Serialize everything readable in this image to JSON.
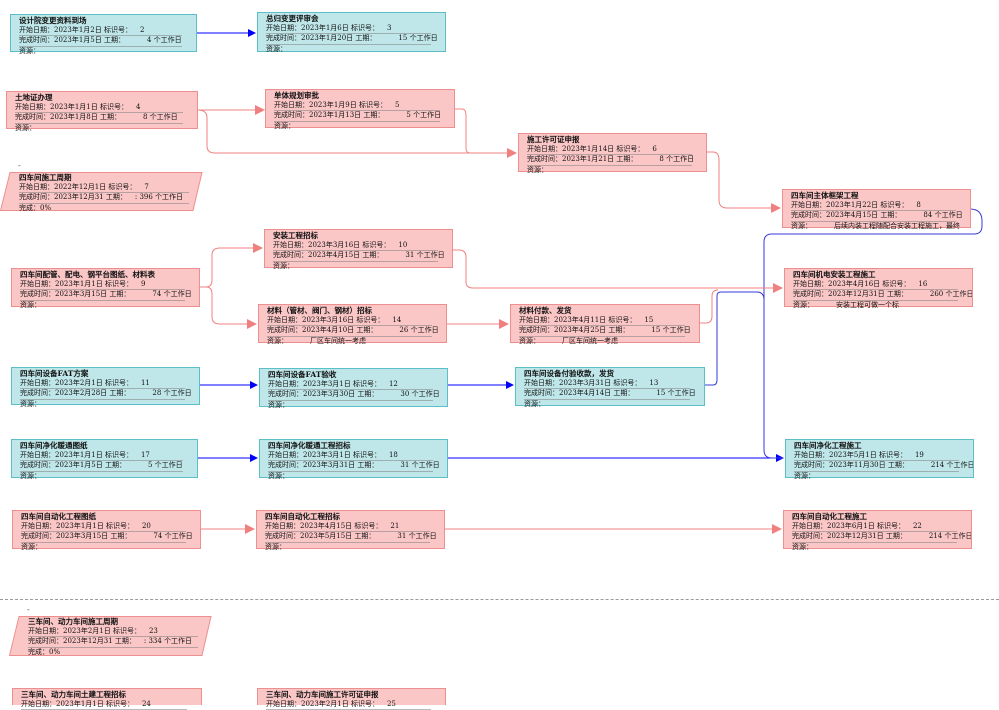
{
  "labels": {
    "start": "开始日期：",
    "end": "完成时间：",
    "id": "标识号：",
    "dur": "工期：",
    "res": "资源：",
    "done": "完成：",
    "workdays": "个工作日",
    "collapse": "-"
  },
  "colors": {
    "blue_fill": "#bfe7ea",
    "blue_line": "#0000ff",
    "pink_fill": "#fbc6c6",
    "pink_line": "#f08080"
  },
  "tasks": {
    "t2": {
      "title": "设计院变更资料到场",
      "start": "2023年1月2日",
      "id": "2",
      "end": "2023年1月5日",
      "dur": "4",
      "res": ""
    },
    "t3": {
      "title": "总归变更评审会",
      "start": "2023年1月6日",
      "id": "3",
      "end": "2023年1月20日",
      "dur": "15",
      "res": ""
    },
    "t4": {
      "title": "土地证办理",
      "start": "2023年1月1日",
      "id": "4",
      "end": "2023年1月8日",
      "dur": "8",
      "res": ""
    },
    "t5": {
      "title": "单体规划审批",
      "start": "2023年1月9日",
      "id": "5",
      "end": "2023年1月13日",
      "dur": "5",
      "res": ""
    },
    "t6": {
      "title": "施工许可证申报",
      "start": "2023年1月14日",
      "id": "6",
      "end": "2023年1月21日",
      "dur": "8",
      "res": ""
    },
    "t7": {
      "title": "四车间施工周期",
      "start": "2022年12月1日",
      "id": "7",
      "end": "2023年12月31",
      "dur": ": 396",
      "done": "0%"
    },
    "t8": {
      "title": "四车间主体框架工程",
      "start": "2023年1月22日",
      "id": "8",
      "end": "2023年4月15日",
      "dur": "84",
      "res": "后续内装工程随配合安装工程施工，最终"
    },
    "t9": {
      "title": "四车间配管、配电、钢平台图纸、材料表",
      "start": "2023年1月1日",
      "id": "9",
      "end": "2023年3月15日",
      "dur": "74",
      "res": ""
    },
    "t10": {
      "title": "安装工程招标",
      "start": "2023年3月16日",
      "id": "10",
      "end": "2023年4月15日",
      "dur": "31",
      "res": ""
    },
    "t14": {
      "title": "材料（管材、阀门、钢材）招标",
      "start": "2023年3月16日",
      "id": "14",
      "end": "2023年4月10日",
      "dur": "26",
      "res": "厂区车间统一考虑"
    },
    "t15": {
      "title": "材料付款、发货",
      "start": "2023年4月11日",
      "id": "15",
      "end": "2023年4月25日",
      "dur": "15",
      "res": "厂区车间统一考虑"
    },
    "t16": {
      "title": "四车间机电安装工程施工",
      "start": "2023年4月16日",
      "id": "16",
      "end": "2023年12月31日",
      "dur": "260",
      "res": "安装工程可做一个标"
    },
    "t11": {
      "title": "四车间设备FAT方案",
      "start": "2023年2月1日",
      "id": "11",
      "end": "2023年2月28日",
      "dur": "28",
      "res": ""
    },
    "t12": {
      "title": "四车间设备FAT验收",
      "start": "2023年3月1日",
      "id": "12",
      "end": "2023年3月30日",
      "dur": "30",
      "res": ""
    },
    "t13": {
      "title": "四车间设备付验收款，发货",
      "start": "2023年3月31日",
      "id": "13",
      "end": "2023年4月14日",
      "dur": "15",
      "res": ""
    },
    "t17": {
      "title": "四车间净化暖通图纸",
      "start": "2023年1月1日",
      "id": "17",
      "end": "2023年1月5日",
      "dur": "5",
      "res": ""
    },
    "t18": {
      "title": "四车间净化暖通工程招标",
      "start": "2023年3月1日",
      "id": "18",
      "end": "2023年3月31日",
      "dur": "31",
      "res": ""
    },
    "t19": {
      "title": "四车间净化工程施工",
      "start": "2023年5月1日",
      "id": "19",
      "end": "2023年11月30日",
      "dur": "214",
      "res": ""
    },
    "t20": {
      "title": "四车间自动化工程图纸",
      "start": "2023年1月1日",
      "id": "20",
      "end": "2023年3月15日",
      "dur": "74",
      "res": ""
    },
    "t21": {
      "title": "四车间自动化工程招标",
      "start": "2023年4月15日",
      "id": "21",
      "end": "2023年5月15日",
      "dur": "31",
      "res": ""
    },
    "t22": {
      "title": "四车间自动化工程施工",
      "start": "2023年6月1日",
      "id": "22",
      "end": "2023年12月31日",
      "dur": "214",
      "res": ""
    },
    "t23": {
      "title": "三车间、动力车间施工周期",
      "start": "2023年2月1日",
      "id": "23",
      "end": "2023年12月31",
      "dur": ": 334",
      "done": "0%"
    },
    "t24": {
      "title": "三车间、动力车间土建工程招标",
      "start": "2023年1月1日",
      "id": "24"
    },
    "t25": {
      "title": "三车间、动力车间施工许可证申报",
      "start": "2023年2月1日",
      "id": "25"
    }
  }
}
